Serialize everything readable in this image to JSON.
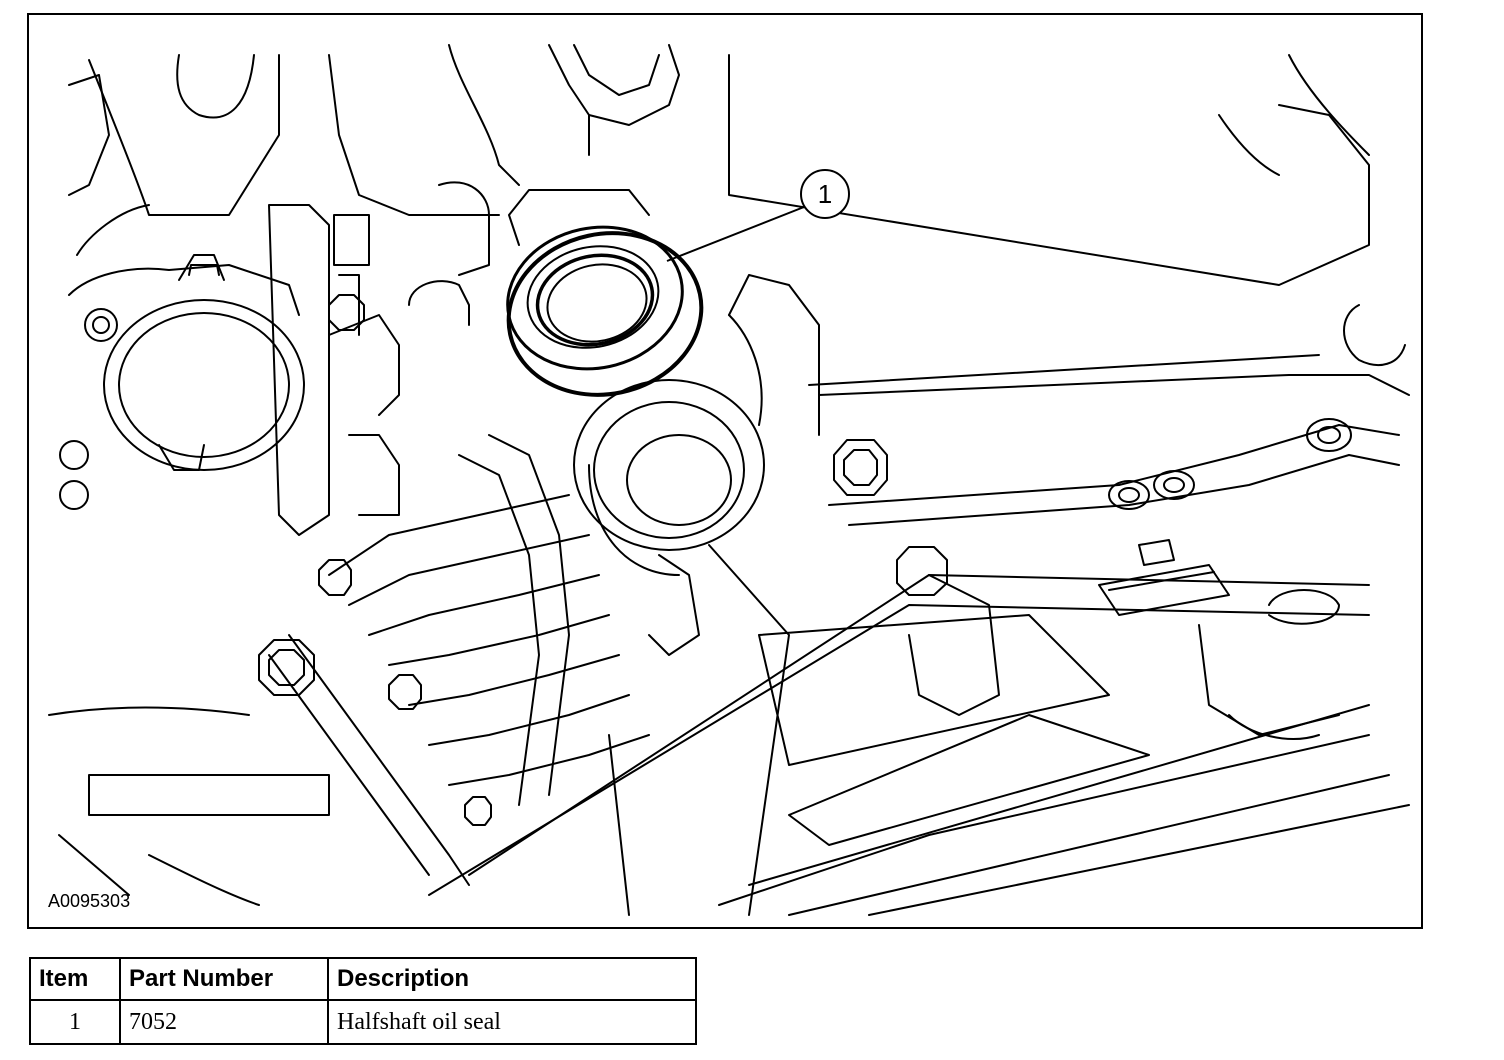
{
  "figure": {
    "id": "A0095303",
    "callouts": [
      {
        "number": "1"
      }
    ],
    "highlight_color": "#000000"
  },
  "parts_table": {
    "headers": {
      "item": "Item",
      "part_number": "Part Number",
      "description": "Description"
    },
    "rows": [
      {
        "item": "1",
        "part_number": "7052",
        "description": "Halfshaft oil seal"
      }
    ]
  }
}
